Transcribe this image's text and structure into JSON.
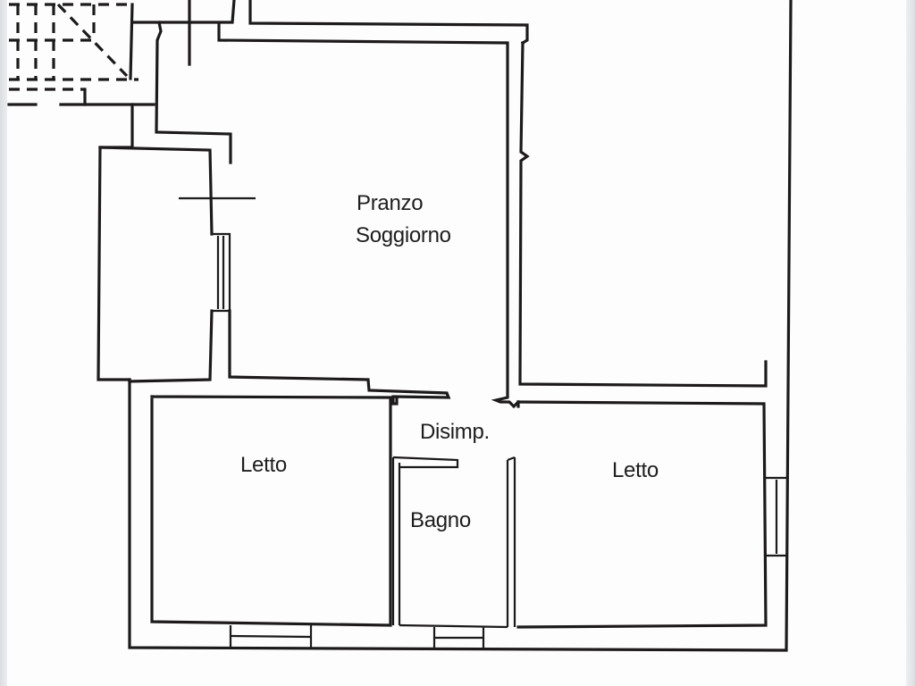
{
  "floorplan": {
    "language": "it",
    "rooms": {
      "pranzo_soggiorno": {
        "line1": "Pranzo",
        "line2": "Soggiorno"
      },
      "disimpegno": {
        "label": "Disimp."
      },
      "letto_left": {
        "label": "Letto"
      },
      "bagno": {
        "label": "Bagno"
      },
      "letto_right": {
        "label": "Letto"
      }
    },
    "colors": {
      "wall": "#1c1a1a",
      "paper": "#fdfdfd",
      "viewer_edge": "#dcdde2"
    }
  }
}
